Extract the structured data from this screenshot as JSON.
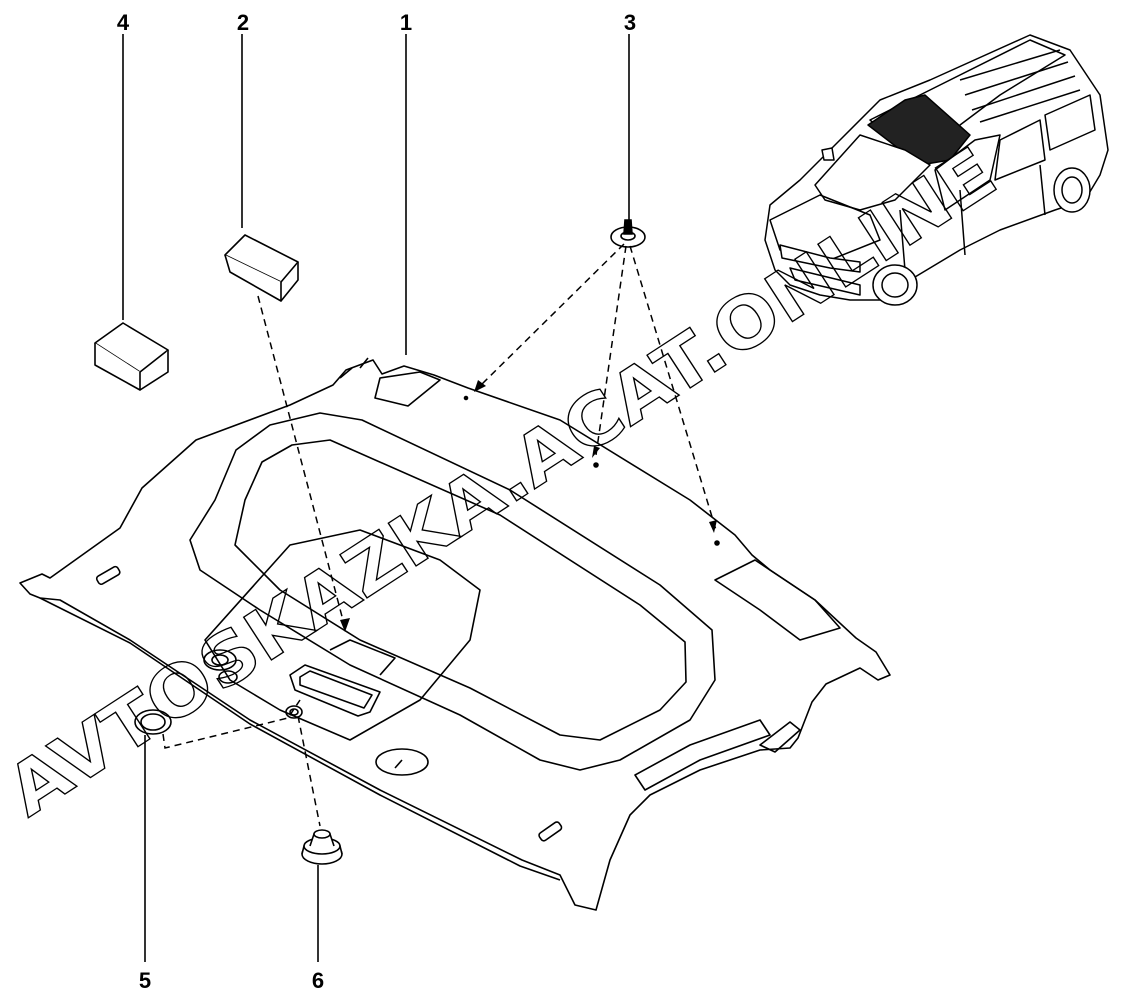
{
  "callouts": {
    "c1": "1",
    "c2": "2",
    "c3": "3",
    "c4": "4",
    "c5": "5",
    "c6": "6"
  },
  "watermark": "AVTOSKAZKA.ACAT.ONLINE",
  "colors": {
    "line": "#000000",
    "background": "#ffffff"
  }
}
